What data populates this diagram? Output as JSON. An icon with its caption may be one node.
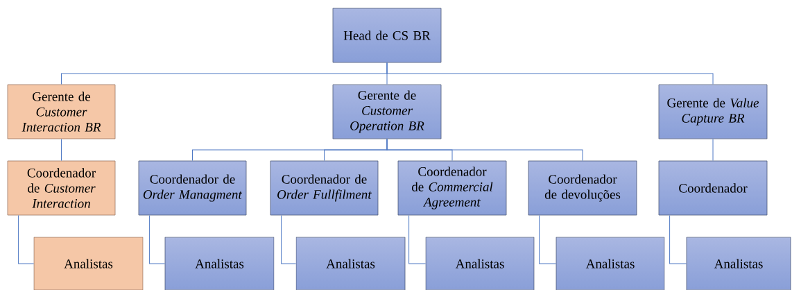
{
  "diagram": {
    "nodes": [
      {
        "text": [
          "Head de CS BR"
        ]
      },
      {
        "text": [
          "Gerente de *Customer Interaction BR*"
        ]
      },
      {
        "text": [
          "Gerente de *Customer Operation BR*"
        ]
      },
      {
        "text": [
          "Gerente de *Value Capture BR*"
        ]
      },
      {
        "text": [
          "Coordenador de *Customer Interaction*"
        ]
      },
      {
        "text": [
          "Coordenador de *Order Managment*"
        ]
      },
      {
        "text": [
          "Coordenador de *Order Fullfilment*"
        ]
      },
      {
        "text": [
          "Coordenador de *Commercial Agreement*"
        ]
      },
      {
        "text": [
          "Coordenador de devoluções"
        ]
      },
      {
        "text": [
          "Coordenador"
        ]
      },
      {
        "text": [
          "Analistas"
        ]
      },
      {
        "text": [
          "Analistas"
        ]
      },
      {
        "text": [
          "Analistas"
        ]
      },
      {
        "text": [
          "Analistas"
        ]
      },
      {
        "text": [
          "Analistas"
        ]
      },
      {
        "text": [
          "Analistas"
        ]
      }
    ],
    "edges": [
      {
        "from": 0,
        "to": 1,
        "arrow": "none"
      },
      {
        "from": 0,
        "to": 2,
        "arrow": "none"
      },
      {
        "from": 0,
        "to": 3,
        "arrow": "none"
      },
      {
        "from": 1,
        "to": 4,
        "arrow": "none"
      },
      {
        "from": 2,
        "to": 5,
        "arrow": "none"
      },
      {
        "from": 2,
        "to": 6,
        "arrow": "none"
      },
      {
        "from": 2,
        "to": 7,
        "arrow": "none"
      },
      {
        "from": 2,
        "to": 8,
        "arrow": "none"
      },
      {
        "from": 3,
        "to": 9,
        "arrow": "none"
      },
      {
        "from": 4,
        "to": 10,
        "arrow": "none"
      },
      {
        "from": 5,
        "to": 11,
        "arrow": "none"
      },
      {
        "from": 6,
        "to": 12,
        "arrow": "none"
      },
      {
        "from": 7,
        "to": 13,
        "arrow": "none"
      },
      {
        "from": 8,
        "to": 14,
        "arrow": "none"
      },
      {
        "from": 9,
        "to": 15,
        "arrow": "none"
      }
    ]
  }
}
